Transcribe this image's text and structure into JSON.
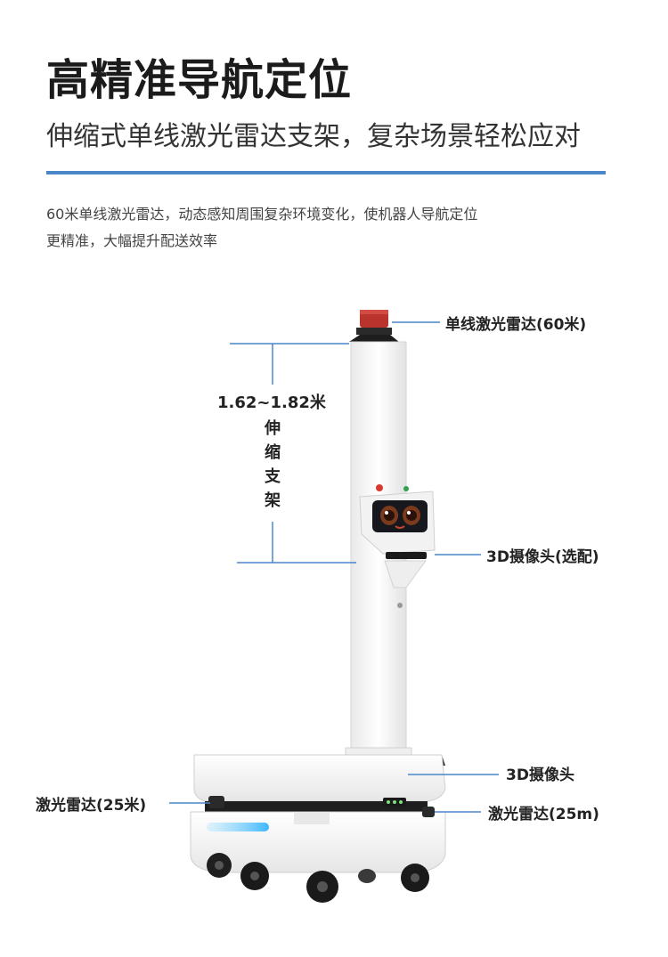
{
  "header": {
    "title": "高精准导航定位",
    "subtitle": "伸缩式单线激光雷达支架，复杂场景轻松应对",
    "desc_line1": "60米单线激光雷达，动态感知周围复杂环境变化，使机器人导航定位",
    "desc_line2": "更精准，大幅提升配送效率"
  },
  "callouts": {
    "top_lidar": "单线激光雷达(60米)",
    "camera_optional": "3D摄像头(选配)",
    "camera": "3D摄像头",
    "lidar_left": "激光雷达(25米)",
    "lidar_right": "激光雷达(25m)"
  },
  "dimension": {
    "height_range": "1.62~1.82米",
    "v1": "伸",
    "v2": "缩",
    "v3": "支",
    "v4": "架"
  },
  "colors": {
    "accent": "#4a86c8",
    "robot_body": "#f4f4f4",
    "beacon": "#b8342c"
  }
}
